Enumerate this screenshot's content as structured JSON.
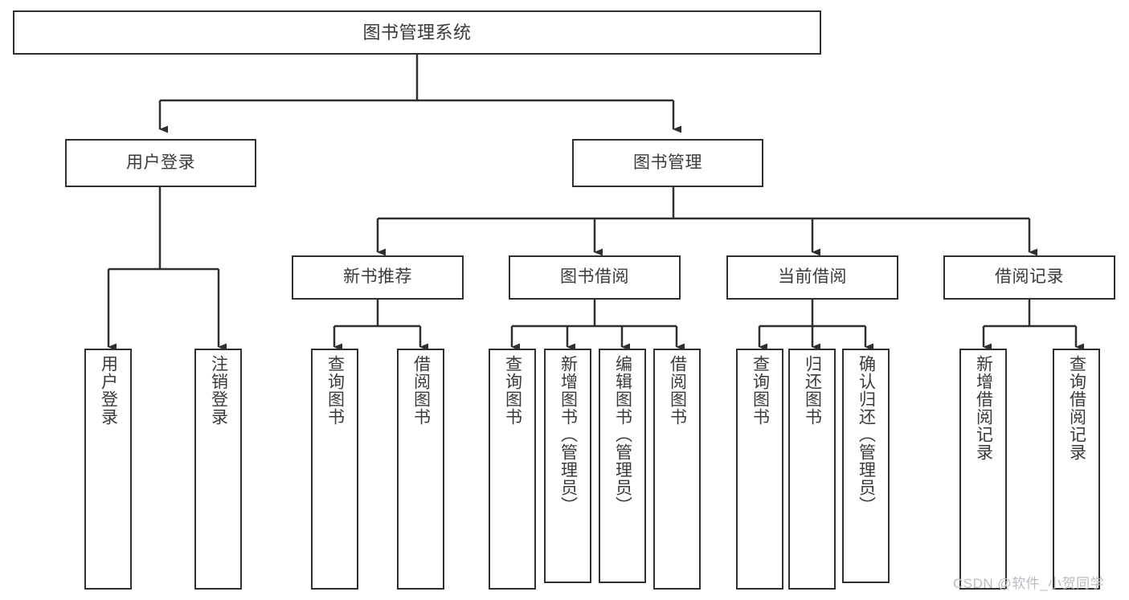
{
  "diagram": {
    "title": "图书管理系统",
    "type": "tree-hierarchy-chart",
    "root": {
      "id": "root",
      "label": "图书管理系统"
    },
    "level2": [
      {
        "id": "user-login",
        "label": "用户登录"
      },
      {
        "id": "book-management",
        "label": "图书管理"
      }
    ],
    "level3": [
      {
        "id": "new-book-recommend",
        "label": "新书推荐",
        "parent": "book-management"
      },
      {
        "id": "book-borrow",
        "label": "图书借阅",
        "parent": "book-management"
      },
      {
        "id": "current-borrow",
        "label": "当前借阅",
        "parent": "book-management"
      },
      {
        "id": "borrow-record",
        "label": "借阅记录",
        "parent": "book-management"
      }
    ],
    "leaves": [
      {
        "id": "leaf-user-login",
        "label": "用户登录",
        "parent": "user-login"
      },
      {
        "id": "leaf-logout-login",
        "label": "注销登录",
        "parent": "user-login"
      },
      {
        "id": "leaf-query-book-1",
        "label": "查询图书",
        "parent": "new-book-recommend"
      },
      {
        "id": "leaf-borrow-book-1",
        "label": "借阅图书",
        "parent": "new-book-recommend"
      },
      {
        "id": "leaf-query-book-2",
        "label": "查询图书",
        "parent": "book-borrow"
      },
      {
        "id": "leaf-add-book",
        "label": "新增图书（管理员）",
        "parent": "book-borrow"
      },
      {
        "id": "leaf-edit-book",
        "label": "编辑图书（管理员）",
        "parent": "book-borrow"
      },
      {
        "id": "leaf-borrow-book-2",
        "label": "借阅图书",
        "parent": "book-borrow"
      },
      {
        "id": "leaf-query-book-3",
        "label": "查询图书",
        "parent": "current-borrow"
      },
      {
        "id": "leaf-return-book",
        "label": "归还图书",
        "parent": "current-borrow"
      },
      {
        "id": "leaf-confirm-return",
        "label": "确认归还（管理员）",
        "parent": "current-borrow"
      },
      {
        "id": "leaf-add-record",
        "label": "新增借阅记录",
        "parent": "borrow-record"
      },
      {
        "id": "leaf-query-record",
        "label": "查询借阅记录",
        "parent": "borrow-record"
      }
    ],
    "watermark": "CSDN @软件_小贺同学",
    "colors": {
      "box_border": "#2f2f2f",
      "box_fill": "#ffffff",
      "connector": "#2f2f2f",
      "text": "#3a3a3a",
      "watermark": "#b9bcc2",
      "background": "#ffffff"
    }
  }
}
